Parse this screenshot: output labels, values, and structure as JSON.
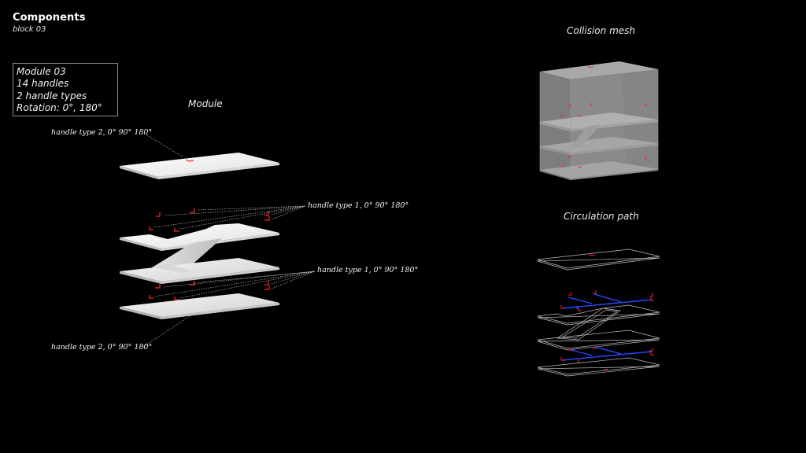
{
  "header": {
    "title": "Components",
    "subtitle": "block 03"
  },
  "info_box": {
    "lines": [
      "Module 03",
      "14 handles",
      "2 handle types",
      "Rotation: 0°, 180°"
    ]
  },
  "sections": {
    "module": "Module",
    "collision_mesh": "Collision mesh",
    "circulation_path": "Circulation path"
  },
  "callouts": {
    "top": "handle type 2, 0° 90° 180°",
    "upper_mid": "handle type 1, 0° 90° 180°",
    "lower_mid": "handle type 1, 0° 90° 180°",
    "bottom": "handle type 2, 0° 90° 180°"
  },
  "colors": {
    "background": "#000000",
    "slab": "#f2f2f2",
    "handle": "#ff2020",
    "path": "#2040ff",
    "mesh": "#8c8c8c",
    "wire": "#bdbdbd"
  }
}
